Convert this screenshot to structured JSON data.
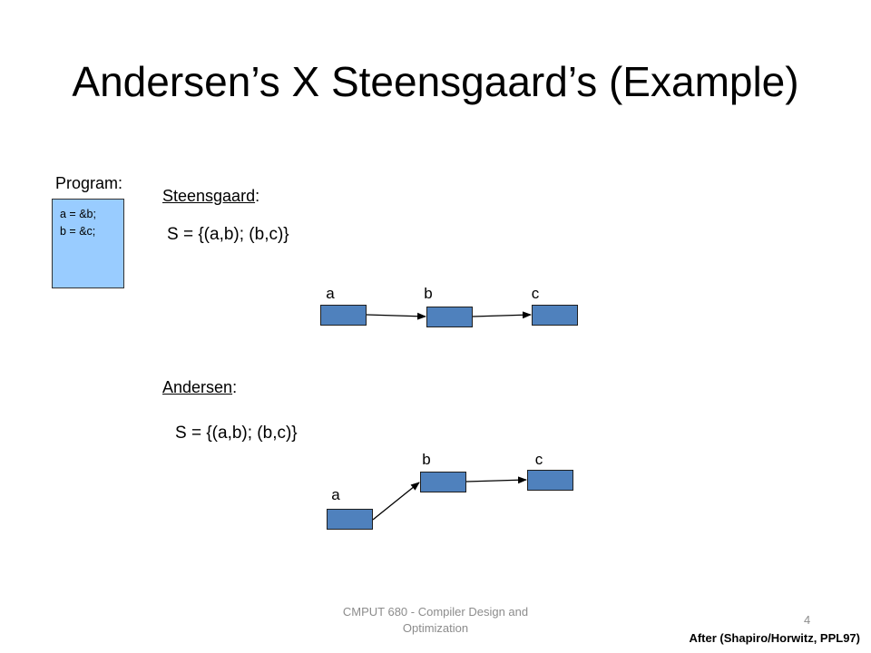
{
  "slide": {
    "title": "Andersen’s X Steensgaard’s  (Example)",
    "footer": "CMPUT 680 - Compiler Design and Optimization",
    "page_number": "4",
    "credit": "After (Shapiro/Horwitz, PPL97)"
  },
  "program": {
    "label": "Program:",
    "lines": [
      "a = &b;",
      "b = &c;"
    ]
  },
  "steensgaard": {
    "heading": "Steensgaard",
    "colon": ":",
    "set": "S = {(a,b); (b,c)}",
    "nodes": [
      "a",
      "b",
      "c"
    ]
  },
  "andersen": {
    "heading": "Andersen",
    "colon": ":",
    "set": "S = {(a,b); (b,c)}",
    "nodes": [
      "a",
      "b",
      "c"
    ]
  },
  "colors": {
    "node_fill": "#4f81bd",
    "program_box_fill": "#99ccff"
  }
}
